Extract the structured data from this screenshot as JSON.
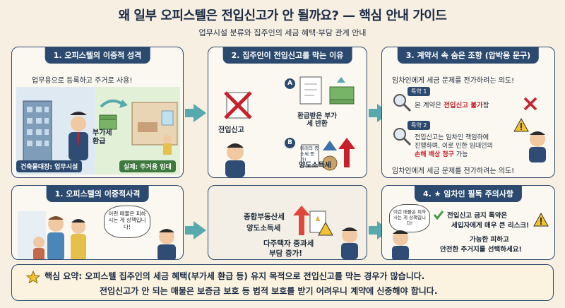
{
  "header": {
    "title": "왜 일부 오피스텔은 전입신고가 안 될까요? — 핵심 안내 가이드",
    "subtitle": "업무시설 분류와 집주인의 세금 혜택·부담 관계 안내"
  },
  "panel1": {
    "title": "1. 오피스텔의 이중적 성격",
    "intro": "업무용으로 등록하고 주거로 사용!",
    "vat_label": "부가세 환급",
    "registry_label": "건축물대장: 업무시설",
    "actual_label": "실제: 주거용 임대"
  },
  "panel2": {
    "title": "2. 집주인이 전입신고를 막는 이유",
    "item_a": "A",
    "item_b": "B",
    "move_in_label": "전입신고",
    "refund_label": "환급받은 부가세 반환",
    "income_tax_label": "양도소득세",
    "doc_text": "미래의 종소세 증가!"
  },
  "panel3": {
    "title": "3. 계약서 속 숨은 조항 (압박용 문구)",
    "intro": "임차인에게 세금 문제를 전가하려는 의도!",
    "clause1_tag": "특약 1",
    "clause1_prefix": "본 계약은 ",
    "clause1_highlight": "전입신고 불가",
    "clause1_suffix": "함",
    "clause2_tag": "특약 2",
    "clause2_line1": "전입신고는 임차인 책임하에",
    "clause2_line2": "진행하며, 이로 인한 임대인의",
    "clause2_highlight": "손해 배상 청구",
    "clause2_suffix": " 가능",
    "outro": "임차인에게 세금 문제를 전가하려는 의도!"
  },
  "panel4": {
    "title": "1. 오피스텔의 이중적사격",
    "bubble": "이런 매물은 피하시는 게 상책입니다!"
  },
  "panel5": {
    "tax_line1": "종합부동산세",
    "tax_line2": "양도소득세",
    "burden_line1": "다주택자 중과세",
    "burden_line2": "부담 증가!"
  },
  "panel6": {
    "title": "4. ★ 임차인 필독 주의사항",
    "bubble": "이런 매물은 피하시는 게 상책입니다!",
    "warn_line1": "전입신고 금지 특약은",
    "warn_line2": "세입자에게 매우 큰 리스크!",
    "advice_line1": "가능한 피하고",
    "advice_line2": "안전한 주거지를 선택하세요!"
  },
  "summary": {
    "label": "핵심 요약:",
    "line1": "오피스텔 집주인의 세금 혜택(부가세 환급 등) 유지 목적으로 전입신고를 막는 경우가 많습니다.",
    "line2": "전입신고가 안 되는 매물은 보증금 보호 등 법적 보호를 받기 어려우니 계약에 신중해야 합니다."
  },
  "colors": {
    "navy": "#2c4a70",
    "teal_arrow": "#58a9ad",
    "red": "#c8202a",
    "cream": "#fbf8f1"
  }
}
